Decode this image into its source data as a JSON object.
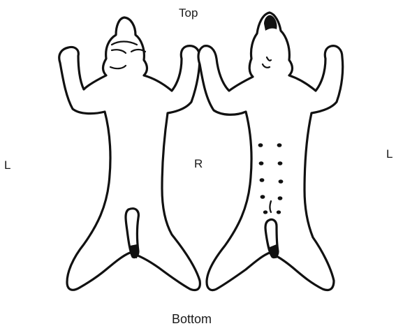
{
  "labels": {
    "top": "Top",
    "bottom": "Bottom",
    "left": "L",
    "right_edge": "L",
    "center": "R"
  },
  "colors": {
    "ink": "#111111",
    "background": "#ffffff"
  },
  "figures": [
    {
      "name": "dorsal-view",
      "view": "back"
    },
    {
      "name": "ventral-view",
      "view": "belly",
      "nipple_marks": 10
    }
  ]
}
